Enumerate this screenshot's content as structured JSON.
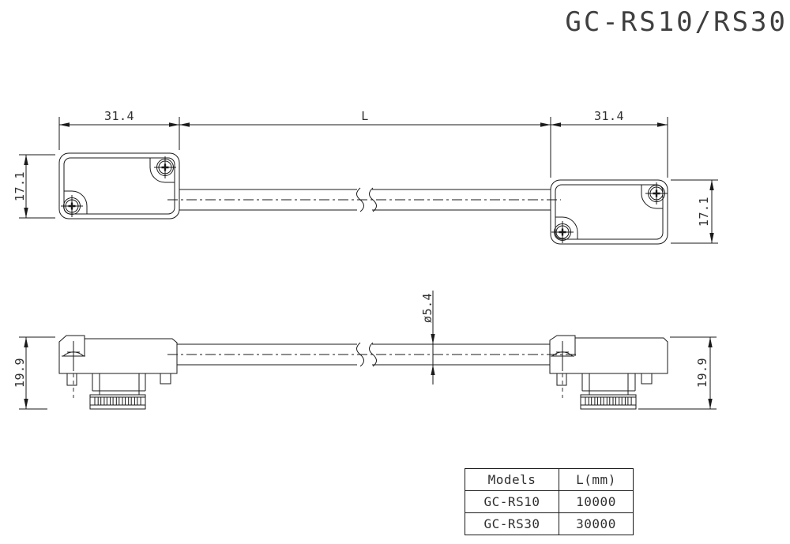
{
  "title": "GC-RS10/RS30",
  "dimensions": {
    "connector_width_left": "31.4",
    "cable_length_label": "L",
    "connector_width_right": "31.4",
    "connector_height_left": "17.1",
    "connector_height_right": "17.1",
    "side_height_left": "19.9",
    "side_height_right": "19.9",
    "cable_diameter": "ø5.4"
  },
  "table": {
    "headers": [
      "Models",
      "L(mm)"
    ],
    "rows": [
      [
        "GC-RS10",
        "10000"
      ],
      [
        "GC-RS30",
        "30000"
      ]
    ]
  },
  "colors": {
    "line": "#1a1a1a",
    "text": "#2f2f2f",
    "background": "#ffffff"
  }
}
